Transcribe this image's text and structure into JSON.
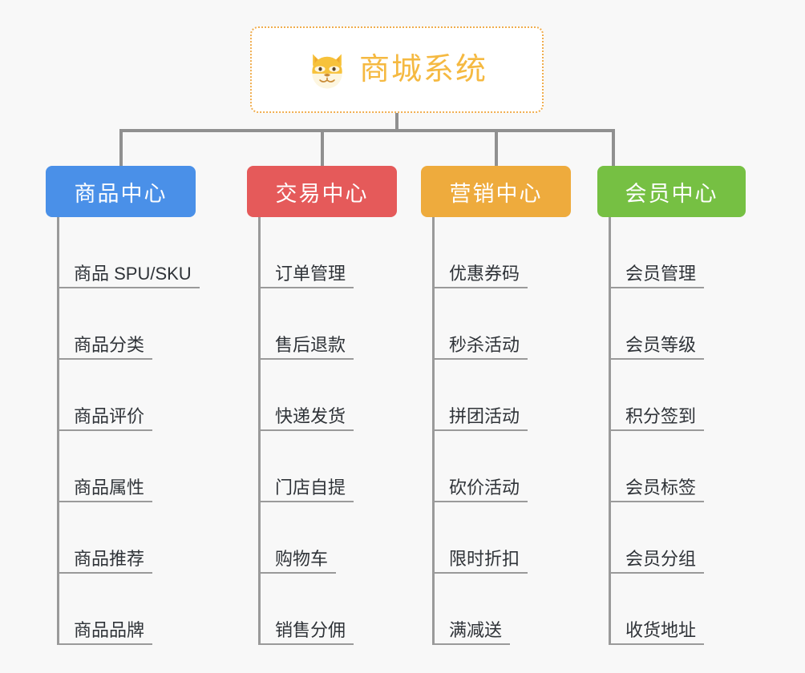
{
  "page": {
    "background_color": "#f8f8f8",
    "line_color": "#9a9a9a"
  },
  "root": {
    "title": "商城系统",
    "icon": "shiba-dog-face-icon",
    "border_color": "#f0ad4e",
    "text_color": "#f5b941",
    "background_color": "#ffffff"
  },
  "categories": [
    {
      "label": "商品中心",
      "color": "#4a90e8",
      "items": [
        "商品 SPU/SKU",
        "商品分类",
        "商品评价",
        "商品属性",
        "商品推荐",
        "商品品牌"
      ]
    },
    {
      "label": "交易中心",
      "color": "#e55a5a",
      "items": [
        "订单管理",
        "售后退款",
        "快递发货",
        "门店自提",
        "购物车",
        "销售分佣"
      ]
    },
    {
      "label": "营销中心",
      "color": "#eeab3d",
      "items": [
        "优惠券码",
        "秒杀活动",
        "拼团活动",
        "砍价活动",
        "限时折扣",
        "满减送"
      ]
    },
    {
      "label": "会员中心",
      "color": "#76c043",
      "items": [
        "会员管理",
        "会员等级",
        "积分签到",
        "会员标签",
        "会员分组",
        "收货地址"
      ]
    }
  ]
}
